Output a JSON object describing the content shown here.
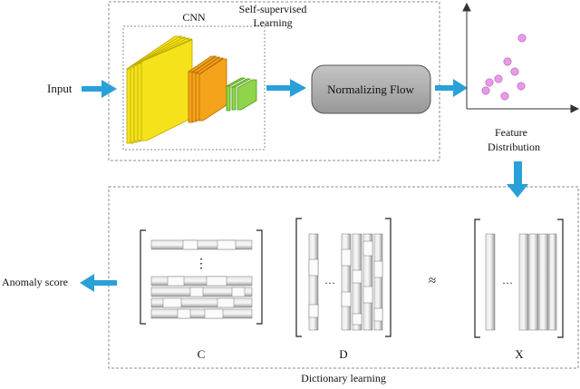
{
  "labels": {
    "input": "Input",
    "cnn": "CNN",
    "self_supervised": "Self-supervised",
    "learning": "Learning",
    "normalizing_flow": "Normalizing Flow",
    "feature": "Feature",
    "distribution": "Distribution",
    "anomaly_score": "Anomaly score",
    "dictionary_learning": "Dictionary learning",
    "matrix_c": "C",
    "matrix_d": "D",
    "matrix_x": "X",
    "approx": "≈",
    "ellipsis": "···",
    "vertical_ellipsis": "⋮"
  },
  "colors": {
    "arrow": "#2aa0d8",
    "cnn_yellow": "#f6e21a",
    "cnn_orange": "#f5a31a",
    "cnn_green": "#8fd44a",
    "flow_box": "#a6a6a6",
    "points": "#e89ae8",
    "dashed": "#8c8c8c",
    "bar_light": "#e6e6e6",
    "bar_dark": "#9b9b9b"
  }
}
